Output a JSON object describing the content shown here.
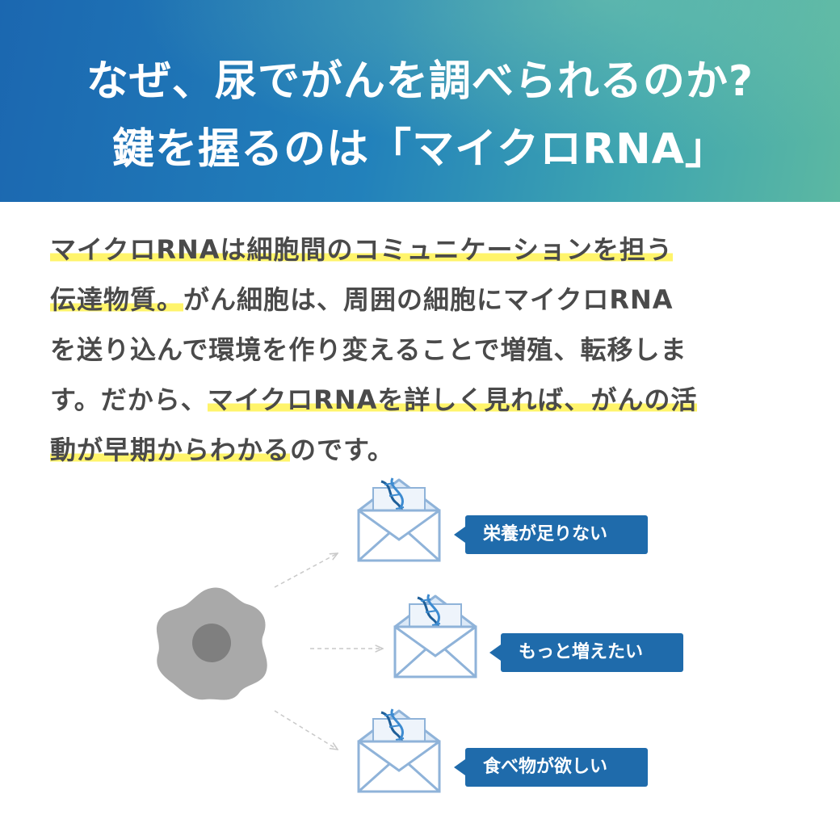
{
  "header": {
    "title_line1": "なぜ、尿でがんを調べられるのか?",
    "title_line2": "鍵を握るのは「マイクロRNA」"
  },
  "body": {
    "lines": [
      [
        {
          "text": "マイクロRNAは細胞間のコミュニケーションを担う",
          "hl": true
        }
      ],
      [
        {
          "text": "伝達物質。",
          "hl": true
        },
        {
          "text": "がん細胞は、周囲の細胞にマイクロRNA",
          "hl": false
        }
      ],
      [
        {
          "text": "を送り込んで環境を作り変えることで増殖、転移しま",
          "hl": false
        }
      ],
      [
        {
          "text": "す。だから、",
          "hl": false
        },
        {
          "text": "マイクロRNAを詳しく見れば、がんの活",
          "hl": true
        }
      ],
      [
        {
          "text": "動が早期からわかる",
          "hl": true
        },
        {
          "text": "のです。",
          "hl": false
        }
      ]
    ]
  },
  "diagram": {
    "messages": [
      "栄養が足りない",
      "もっと増えたい",
      "食べ物が欲しい"
    ]
  },
  "colors": {
    "accent_blue": "#1f6bab",
    "envelope_stroke": "#8fb3d9",
    "envelope_fill": "#dce9f7",
    "highlight": "#fff46b",
    "cell": "#a8a8a8"
  }
}
